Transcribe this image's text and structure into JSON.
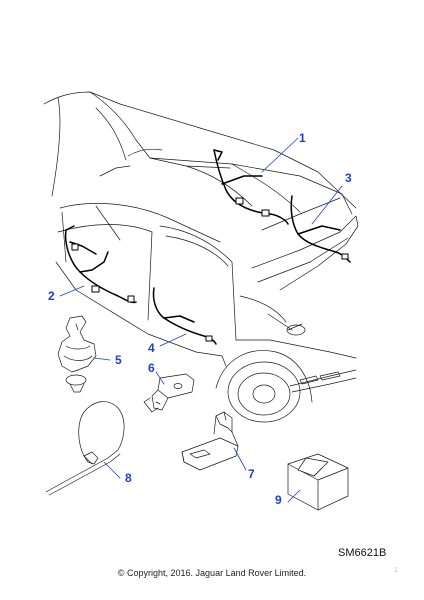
{
  "diagram": {
    "accent_color": "#1f3fd1",
    "line_color": "#1a1a1a",
    "harness_color": "#000000",
    "callouts": [
      {
        "label": "1",
        "part": "rear-harness"
      },
      {
        "label": "2",
        "part": "front-door-harness"
      },
      {
        "label": "3",
        "part": "boot-lid-harness"
      },
      {
        "label": "4",
        "part": "rear-door-harness"
      },
      {
        "label": "5",
        "part": "harness-clip"
      },
      {
        "label": "6",
        "part": "mounting-bracket"
      },
      {
        "label": "7",
        "part": "retaining-clip"
      },
      {
        "label": "8",
        "part": "cable-tie"
      },
      {
        "label": "9",
        "part": "kit-box"
      }
    ]
  },
  "reference_code": "SM6621B",
  "copyright": "© Copyright, 2016. Jaguar Land Rover Limited.",
  "corner_mark": "1"
}
